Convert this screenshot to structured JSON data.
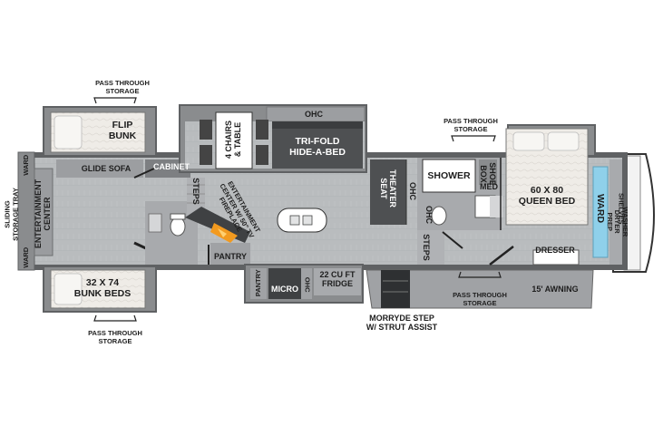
{
  "colors": {
    "floor": "#b9bcbe",
    "wall": "#5f6163",
    "slide_wall": "#8a8c8e",
    "dark_furniture": "#3f4143",
    "cabinet": "#7d7f82",
    "bed": "#ece9e4",
    "fire": "#f29a1f",
    "glass": "#8fd0ea",
    "line": "#222222"
  },
  "labels": {
    "pass_through_storage_top_left": [
      "PASS THROUGH",
      "STORAGE"
    ],
    "flip_bunk": [
      "FLIP",
      "BUNK"
    ],
    "glide_sofa": "GLIDE SOFA",
    "cabinet": "CABINET",
    "ward_top": "WARD",
    "entertainment_center_left": [
      "ENTERTAINMENT",
      "CENTER"
    ],
    "ward_bottom": "WARD",
    "sliding_storage_tray": [
      "SLIDING",
      "STORAGE TRAY"
    ],
    "bunk_beds": [
      "32 X 74",
      "BUNK BEDS"
    ],
    "pass_through_storage_bottom_left": [
      "PASS THROUGH",
      "STORAGE"
    ],
    "steps_left": "STEPS",
    "ohc_top": "OHC",
    "chairs_table": [
      "4 CHAIRS",
      "& TABLE"
    ],
    "hide_a_bed": [
      "TRI-FOLD",
      "HIDE-A-BED"
    ],
    "entertainment_tv": [
      "ENTERTAINMENT",
      "CENTER W/ 50\" TV",
      "FIREPLACE"
    ],
    "pantry_main": "PANTRY",
    "pantry_small": "PANTRY",
    "micro": "MICRO",
    "ohc_micro": "OHC",
    "fridge": [
      "22 CU FT",
      "FRIDGE"
    ],
    "theater_seat": [
      "THEATER",
      "SEAT"
    ],
    "ohc_theater": "OHC",
    "ohc_bath": "OHC",
    "steps_right": "STEPS",
    "shower": "SHOWER",
    "shoe_box": [
      "SHOE",
      "BOX"
    ],
    "med": "MED",
    "pass_through_storage_top_right": [
      "PASS THROUGH",
      "STORAGE"
    ],
    "queen_bed": [
      "60 X 80",
      "QUEEN BED"
    ],
    "ward_right": "WARD",
    "washer_dryer_prep": [
      "WASHER",
      "DRYER",
      "PREP"
    ],
    "shelves": "SHELVES",
    "dresser": "DRESSER",
    "pass_through_storage_bottom_right": [
      "PASS THROUGH",
      "STORAGE"
    ],
    "awning": "15' AWNING",
    "morryde_step": [
      "MORRYDE STEP",
      "W/ STRUT ASSIST"
    ]
  }
}
